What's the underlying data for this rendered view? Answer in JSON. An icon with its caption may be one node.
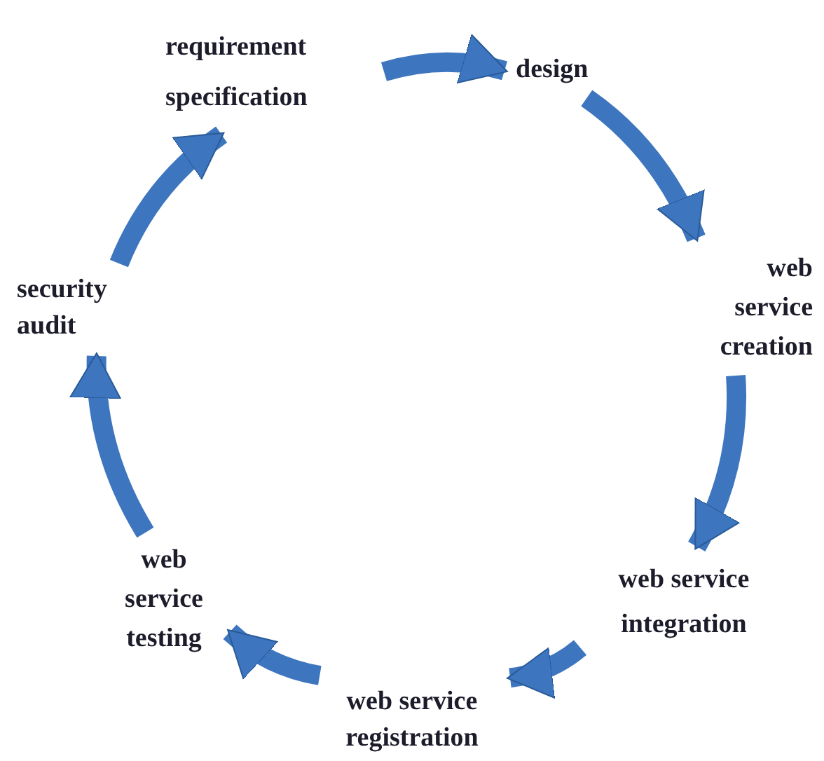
{
  "diagram": {
    "nodes": [
      {
        "text": [
          "requirement specification"
        ]
      },
      {
        "text": [
          "design"
        ]
      },
      {
        "text": [
          "web service creation"
        ]
      },
      {
        "text": [
          "web service integration"
        ]
      },
      {
        "text": [
          "web service registration"
        ]
      },
      {
        "text": [
          "web service testing"
        ]
      },
      {
        "text": [
          "security audit"
        ]
      }
    ],
    "edges": [
      {
        "from": 0,
        "to": 1,
        "arrow": "to"
      },
      {
        "from": 1,
        "to": 2,
        "arrow": "to"
      },
      {
        "from": 2,
        "to": 3,
        "arrow": "to"
      },
      {
        "from": 3,
        "to": 4,
        "arrow": "to"
      },
      {
        "from": 4,
        "to": 5,
        "arrow": "to"
      },
      {
        "from": 5,
        "to": 6,
        "arrow": "to"
      },
      {
        "from": 6,
        "to": 0,
        "arrow": "to"
      }
    ]
  }
}
